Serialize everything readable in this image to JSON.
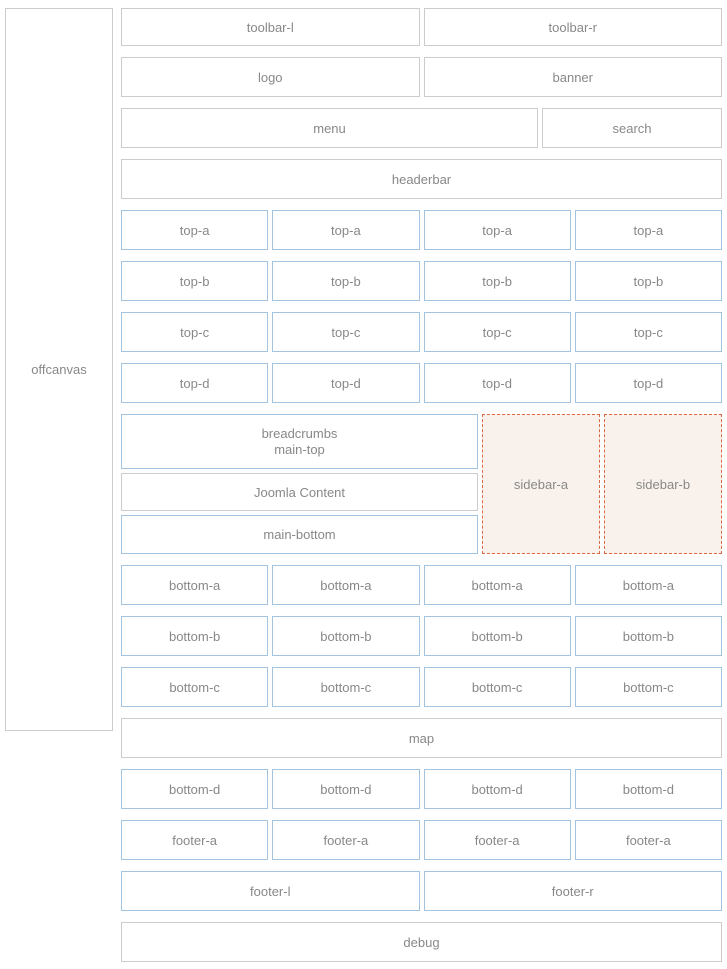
{
  "colors": {
    "border_gray": "#cccccc",
    "border_blue": "#a2c4e0",
    "sidebar_border": "#dd6644",
    "sidebar_bg": "#f9f2ec",
    "label_text": "#888888"
  },
  "offcanvas": "offcanvas",
  "rows": {
    "toolbar": [
      "toolbar-l",
      "toolbar-r"
    ],
    "brand": [
      "logo",
      "banner"
    ],
    "nav": [
      "menu",
      "search"
    ],
    "headerbar": "headerbar",
    "top_a": [
      "top-a",
      "top-a",
      "top-a",
      "top-a"
    ],
    "top_b": [
      "top-b",
      "top-b",
      "top-b",
      "top-b"
    ],
    "top_c": [
      "top-c",
      "top-c",
      "top-c",
      "top-c"
    ],
    "top_d": [
      "top-d",
      "top-d",
      "top-d",
      "top-d"
    ],
    "main": {
      "breadcrumbs": "breadcrumbs",
      "main_top": "main-top",
      "content": "Joomla Content",
      "main_bottom": "main-bottom",
      "sidebar_a": "sidebar-a",
      "sidebar_b": "sidebar-b"
    },
    "bottom_a": [
      "bottom-a",
      "bottom-a",
      "bottom-a",
      "bottom-a"
    ],
    "bottom_b": [
      "bottom-b",
      "bottom-b",
      "bottom-b",
      "bottom-b"
    ],
    "bottom_c": [
      "bottom-c",
      "bottom-c",
      "bottom-c",
      "bottom-c"
    ],
    "map": "map",
    "bottom_d": [
      "bottom-d",
      "bottom-d",
      "bottom-d",
      "bottom-d"
    ],
    "footer_a": [
      "footer-a",
      "footer-a",
      "footer-a",
      "footer-a"
    ],
    "footer_lr": [
      "footer-l",
      "footer-r"
    ],
    "debug": "debug"
  }
}
